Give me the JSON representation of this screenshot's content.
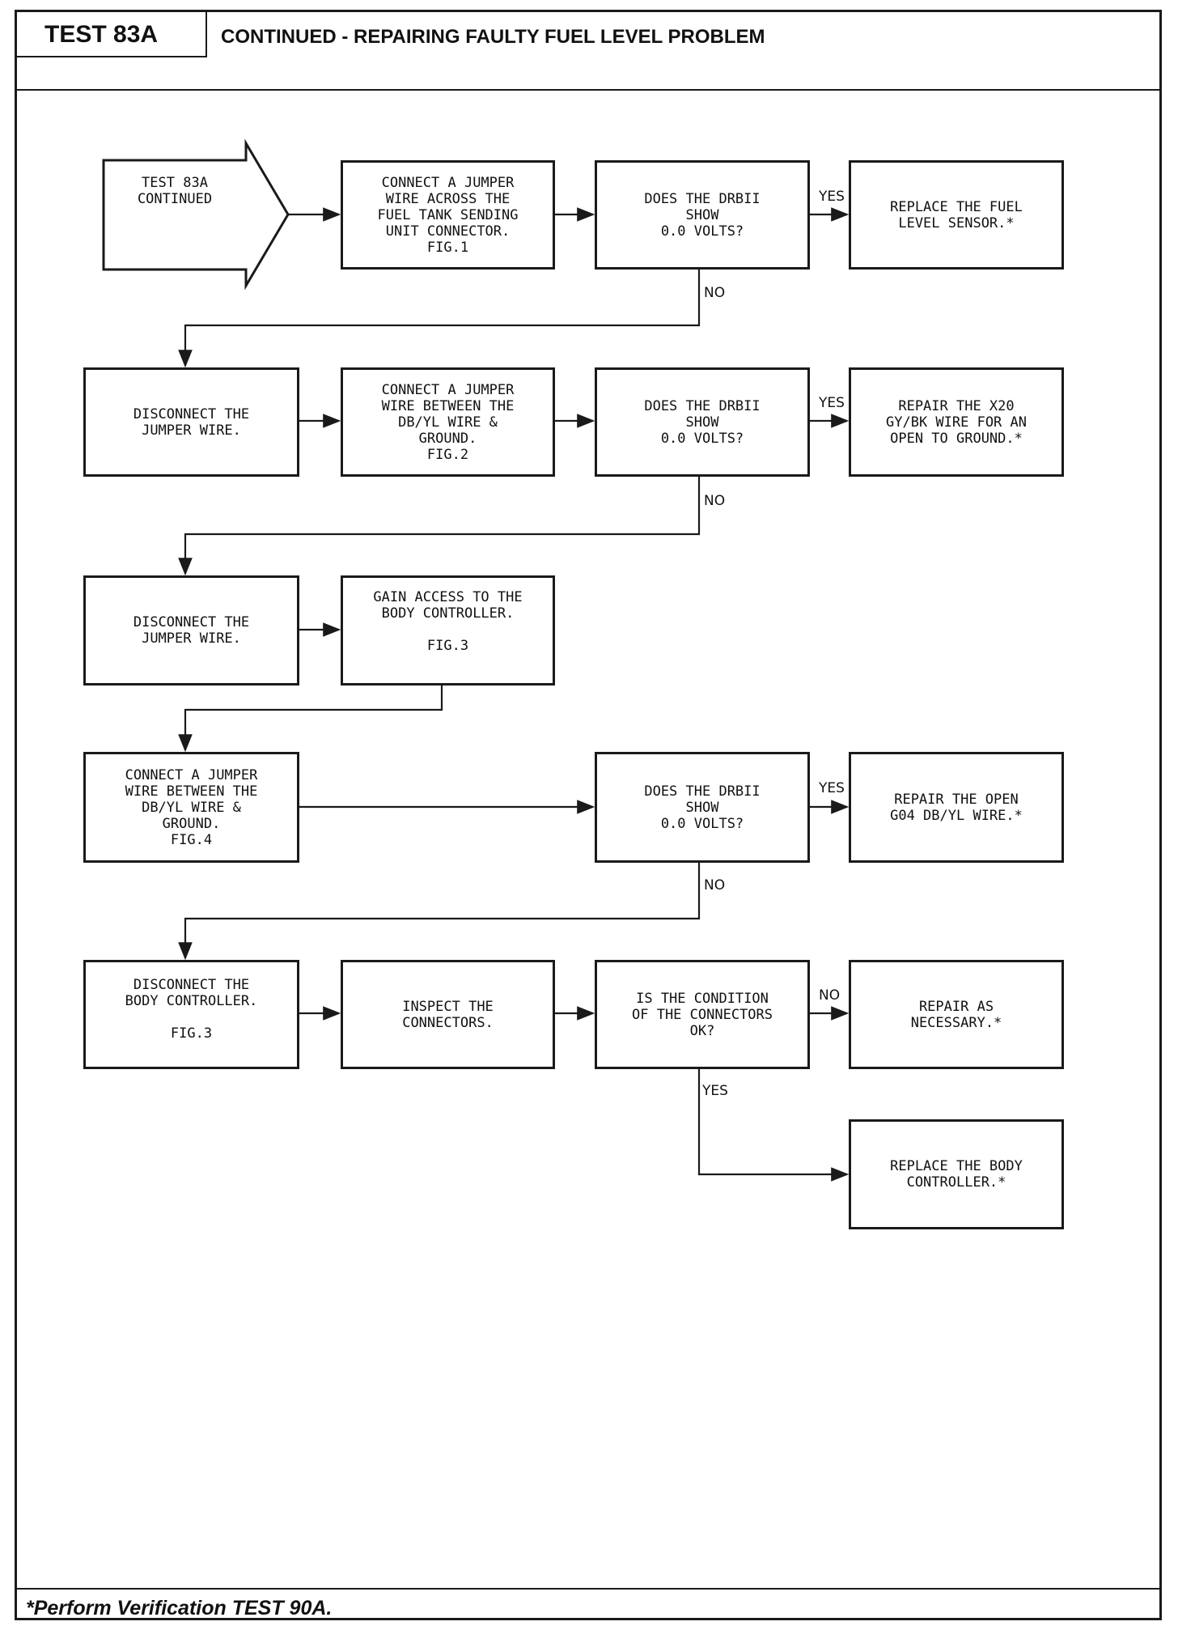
{
  "header": {
    "test_id": "TEST 83A",
    "title": "CONTINUED - REPAIRING FAULTY FUEL LEVEL PROBLEM"
  },
  "footer": {
    "note": "*Perform Verification TEST 90A."
  },
  "flowchart": {
    "start": "TEST 83A\nCONTINUED",
    "boxes": {
      "b1": "CONNECT A JUMPER\nWIRE ACROSS THE\nFUEL TANK SENDING\nUNIT CONNECTOR.\nFIG.1",
      "b2": "DOES THE DRBII\nSHOW\n0.0 VOLTS?",
      "b3": "REPLACE THE FUEL\nLEVEL SENSOR.*",
      "b4": "DISCONNECT THE\nJUMPER WIRE.",
      "b5": "CONNECT A JUMPER\nWIRE BETWEEN THE\nDB/YL WIRE &\nGROUND.\nFIG.2",
      "b6": "DOES THE DRBII\nSHOW\n0.0 VOLTS?",
      "b7": "REPAIR THE X20\nGY/BK WIRE FOR AN\nOPEN TO GROUND.*",
      "b8": "DISCONNECT THE\nJUMPER WIRE.",
      "b9": "GAIN ACCESS TO THE\nBODY CONTROLLER.\n\nFIG.3",
      "b10": "CONNECT A JUMPER\nWIRE BETWEEN THE\nDB/YL WIRE &\nGROUND.\nFIG.4",
      "b11": "DOES THE DRBII\nSHOW\n0.0 VOLTS?",
      "b12": "REPAIR THE OPEN\nG04 DB/YL WIRE.*",
      "b13": "DISCONNECT THE\nBODY CONTROLLER.\n\nFIG.3",
      "b14": "INSPECT THE\nCONNECTORS.",
      "b15": "IS THE CONDITION\nOF THE CONNECTORS\nOK?",
      "b16": "REPAIR AS\nNECESSARY.*",
      "b17": "REPLACE THE BODY\nCONTROLLER.*"
    },
    "labels": {
      "yes1": "YES",
      "no1": "NO",
      "yes2": "YES",
      "no2": "NO",
      "yes3": "YES",
      "no3": "NO",
      "no4": "NO",
      "yes4": "YES"
    }
  }
}
